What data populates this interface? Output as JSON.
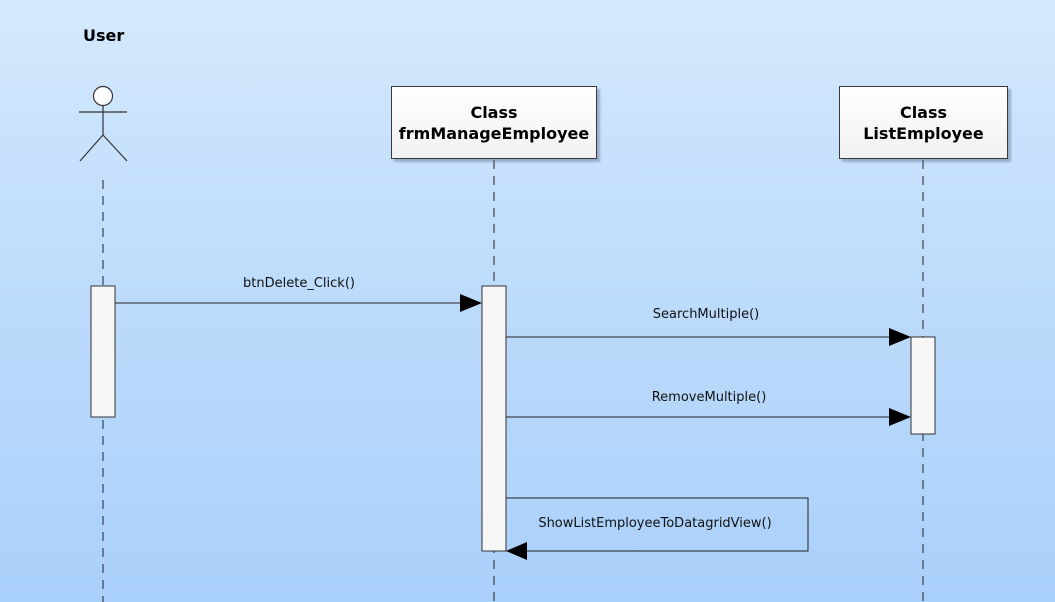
{
  "actor": {
    "label": "User"
  },
  "classes": [
    {
      "stereotype": "Class",
      "name": "frmManageEmployee"
    },
    {
      "stereotype": "Class",
      "name": "ListEmployee"
    }
  ],
  "messages": [
    {
      "from": "User",
      "to": "frmManageEmployee",
      "label": "btnDelete_Click()"
    },
    {
      "from": "frmManageEmployee",
      "to": "ListEmployee",
      "label": "SearchMultiple()"
    },
    {
      "from": "frmManageEmployee",
      "to": "ListEmployee",
      "label": "RemoveMultiple()"
    },
    {
      "from": "frmManageEmployee",
      "to": "frmManageEmployee",
      "label": "ShowListEmployeeToDatagridView()"
    }
  ]
}
